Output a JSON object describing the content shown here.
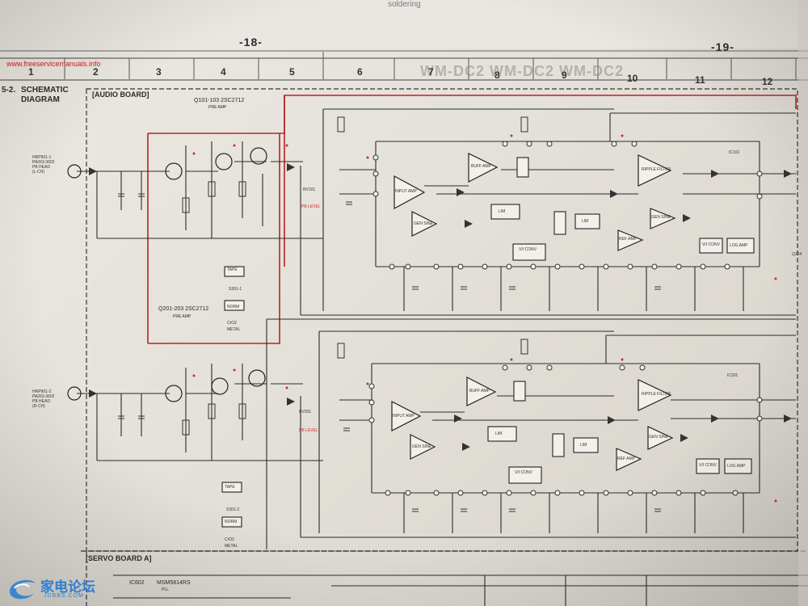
{
  "page": {
    "page_left": "-18-",
    "page_right": "-19-",
    "top_label": "soldering",
    "url": "www.freeservicemanuals.info",
    "section_number": "5-2.",
    "section_title_1": "SCHEMATIC",
    "section_title_2": "DIAGRAM",
    "model_watermark": "WM-DC2  WM-DC2  WM-DC2"
  },
  "columns": [
    "1",
    "2",
    "3",
    "4",
    "5",
    "6",
    "7",
    "8",
    "9",
    "10",
    "11",
    "12"
  ],
  "boards": {
    "audio": "[AUDIO BOARD]",
    "servo": "[SERVO BOARD A]"
  },
  "labels": {
    "q101": "Q101-103  2SC2712",
    "q101_sub": "PRE AMP",
    "q201": "Q201-203  2SC2712",
    "q201_sub": "PRE AMP",
    "head1": "HRP901-1",
    "head1_b": "PA263-3602",
    "head1_c": "PB HEAD",
    "head1_d": "(L-CH)",
    "head2": "HRP901-2",
    "head2_b": "PA263-3602",
    "head2_c": "PB HEAD",
    "head2_d": "(R-CH)",
    "s301_1": "S301-1",
    "s301_2": "S301-2",
    "tape": "TAPE",
    "norm": "NORM",
    "crom": "CrO2",
    "metal": "METAL",
    "ic101": "IC101",
    "ic201": "IC201",
    "ic602": "IC602",
    "ic602_part": "MSM5814RS",
    "pll": "PLL",
    "rv101": "RV101",
    "rv201": "RV201",
    "pb_level": "PB LEVEL",
    "q104": "Q104"
  },
  "blocks": {
    "input_amp": "INPUT AMP",
    "buff_amp": "BUFF AMP",
    "lim": "LIM",
    "gen_sine": "GEN SINE",
    "vi_conv": "V/I CONV",
    "ripple_filter": "RIPPLE FILTER",
    "ref_amp": "REF AMP",
    "v_i_conv2": "V/I CONV",
    "log_amp": "LOG AMP"
  },
  "logo": {
    "cn": "家电论坛",
    "en": "JDBBS.COM"
  },
  "colors": {
    "paper": "#e6e3dc",
    "ink": "#2a2a2a",
    "red_trace": "#b82424"
  }
}
